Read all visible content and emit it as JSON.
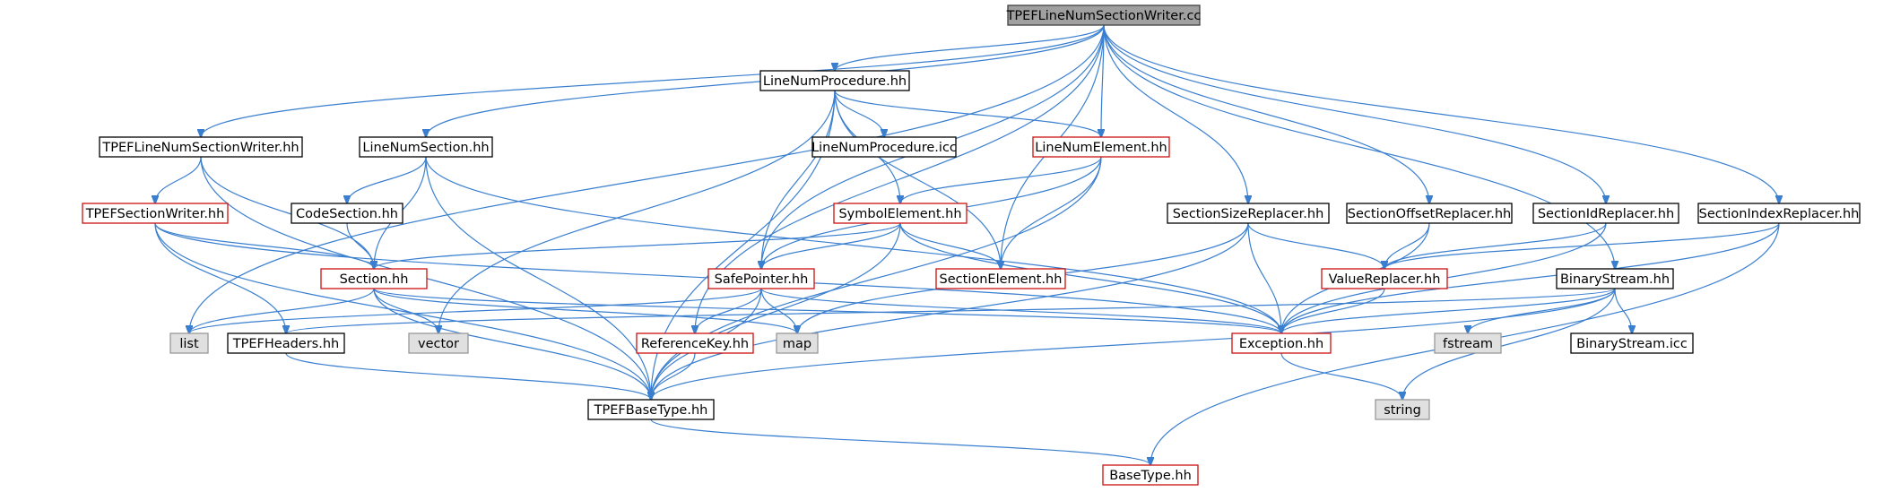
{
  "colors": {
    "edge": "#3a7fcf",
    "edge_head": "#3a7fcf",
    "root_fill": "#a0a0a0",
    "root_stroke": "#404040",
    "normal_fill": "#ffffff",
    "normal_stroke": "#000000",
    "documented_with_children_stroke": "#cc1111",
    "system_fill": "#e0e0e0",
    "system_stroke": "#999999"
  },
  "nodes": {
    "root": {
      "label": "TPEFLineNumSectionWriter.cc",
      "kind": "root"
    },
    "lnp": {
      "label": "LineNumProcedure.hh",
      "kind": "normal"
    },
    "tlsw": {
      "label": "TPEFLineNumSectionWriter.hh",
      "kind": "normal"
    },
    "lns": {
      "label": "LineNumSection.hh",
      "kind": "normal"
    },
    "lnpicc": {
      "label": "LineNumProcedure.icc",
      "kind": "normal"
    },
    "lne": {
      "label": "LineNumElement.hh",
      "kind": "red"
    },
    "tsw": {
      "label": "TPEFSectionWriter.hh",
      "kind": "red"
    },
    "cs": {
      "label": "CodeSection.hh",
      "kind": "normal"
    },
    "se": {
      "label": "SymbolElement.hh",
      "kind": "red"
    },
    "ssr": {
      "label": "SectionSizeReplacer.hh",
      "kind": "normal"
    },
    "sor": {
      "label": "SectionOffsetReplacer.hh",
      "kind": "normal"
    },
    "sir": {
      "label": "SectionIdReplacer.hh",
      "kind": "normal"
    },
    "sxr": {
      "label": "SectionIndexReplacer.hh",
      "kind": "normal"
    },
    "sec": {
      "label": "Section.hh",
      "kind": "red"
    },
    "sp": {
      "label": "SafePointer.hh",
      "kind": "red"
    },
    "sel": {
      "label": "SectionElement.hh",
      "kind": "red"
    },
    "vr": {
      "label": "ValueReplacer.hh",
      "kind": "red"
    },
    "bs": {
      "label": "BinaryStream.hh",
      "kind": "normal"
    },
    "list": {
      "label": "list",
      "kind": "system"
    },
    "th": {
      "label": "TPEFHeaders.hh",
      "kind": "normal"
    },
    "vector": {
      "label": "vector",
      "kind": "system"
    },
    "rk": {
      "label": "ReferenceKey.hh",
      "kind": "red"
    },
    "map": {
      "label": "map",
      "kind": "system"
    },
    "exc": {
      "label": "Exception.hh",
      "kind": "red"
    },
    "fstream": {
      "label": "fstream",
      "kind": "system"
    },
    "bsicc": {
      "label": "BinaryStream.icc",
      "kind": "normal"
    },
    "tbt": {
      "label": "TPEFBaseType.hh",
      "kind": "normal"
    },
    "string": {
      "label": "string",
      "kind": "system"
    },
    "bt": {
      "label": "BaseType.hh",
      "kind": "red"
    }
  },
  "edges": [
    [
      "root",
      "lnp"
    ],
    [
      "root",
      "tlsw"
    ],
    [
      "root",
      "lns"
    ],
    [
      "root",
      "lne"
    ],
    [
      "root",
      "sp"
    ],
    [
      "root",
      "rk"
    ],
    [
      "root",
      "sel"
    ],
    [
      "root",
      "list"
    ],
    [
      "root",
      "ssr"
    ],
    [
      "root",
      "sor"
    ],
    [
      "root",
      "sir"
    ],
    [
      "root",
      "sxr"
    ],
    [
      "root",
      "bs"
    ],
    [
      "lnp",
      "lnpicc"
    ],
    [
      "lnp",
      "lne"
    ],
    [
      "lnp",
      "se"
    ],
    [
      "lnp",
      "sp"
    ],
    [
      "lnp",
      "sel"
    ],
    [
      "lnp",
      "vector"
    ],
    [
      "lnp",
      "tbt"
    ],
    [
      "tlsw",
      "tsw"
    ],
    [
      "tlsw",
      "sec"
    ],
    [
      "tlsw",
      "tbt"
    ],
    [
      "lns",
      "cs"
    ],
    [
      "lns",
      "sec"
    ],
    [
      "lns",
      "exc"
    ],
    [
      "lns",
      "tbt"
    ],
    [
      "lne",
      "se"
    ],
    [
      "lne",
      "sp"
    ],
    [
      "lne",
      "sel"
    ],
    [
      "lne",
      "tbt"
    ],
    [
      "tsw",
      "sec"
    ],
    [
      "tsw",
      "th"
    ],
    [
      "tsw",
      "exc"
    ],
    [
      "tsw",
      "tbt"
    ],
    [
      "cs",
      "sec"
    ],
    [
      "se",
      "sec"
    ],
    [
      "se",
      "sp"
    ],
    [
      "se",
      "sel"
    ],
    [
      "se",
      "exc"
    ],
    [
      "se",
      "tbt"
    ],
    [
      "sec",
      "list"
    ],
    [
      "sec",
      "vector"
    ],
    [
      "sec",
      "map"
    ],
    [
      "sec",
      "exc"
    ],
    [
      "sec",
      "tbt"
    ],
    [
      "sp",
      "list"
    ],
    [
      "sp",
      "rk"
    ],
    [
      "sp",
      "map"
    ],
    [
      "sp",
      "exc"
    ],
    [
      "sp",
      "tbt"
    ],
    [
      "ssr",
      "vr"
    ],
    [
      "ssr",
      "exc"
    ],
    [
      "ssr",
      "map"
    ],
    [
      "ssr",
      "tbt"
    ],
    [
      "sor",
      "vr"
    ],
    [
      "sor",
      "exc"
    ],
    [
      "sir",
      "vr"
    ],
    [
      "sir",
      "exc"
    ],
    [
      "sxr",
      "vr"
    ],
    [
      "sxr",
      "exc"
    ],
    [
      "sxr",
      "bt"
    ],
    [
      "vr",
      "exc"
    ],
    [
      "bs",
      "th"
    ],
    [
      "bs",
      "exc"
    ],
    [
      "bs",
      "fstream"
    ],
    [
      "bs",
      "bsicc"
    ],
    [
      "bs",
      "string"
    ],
    [
      "bs",
      "tbt"
    ],
    [
      "th",
      "tbt"
    ],
    [
      "rk",
      "tbt"
    ],
    [
      "exc",
      "string"
    ],
    [
      "tbt",
      "bt"
    ]
  ]
}
